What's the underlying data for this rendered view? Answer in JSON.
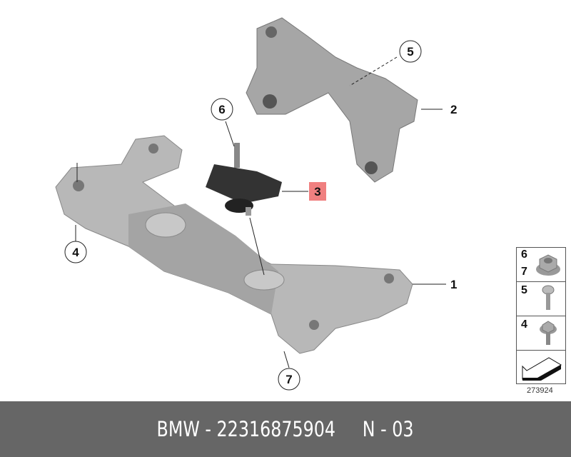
{
  "callouts": {
    "c1": "1",
    "c2": "2",
    "c3": "3",
    "c4": "4",
    "c5": "5",
    "c6": "6",
    "c7": "7"
  },
  "legend": {
    "row1_a": "6",
    "row1_b": "7",
    "row2": "5",
    "row3": "4"
  },
  "diagram_code": "273924",
  "footer": {
    "text": "BMW - 22316875904     N - 03"
  },
  "colors": {
    "highlight": "#f08080",
    "footer_bg": "#666666"
  }
}
